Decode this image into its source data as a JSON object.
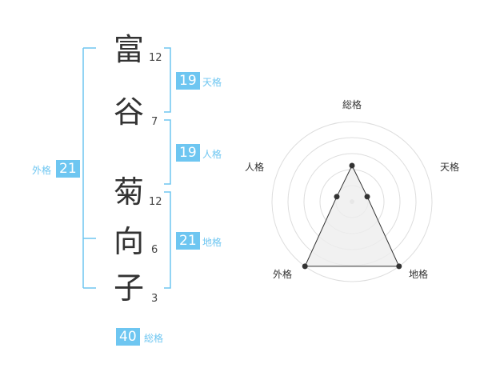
{
  "name": {
    "characters": [
      {
        "char": "富",
        "strokes": "12"
      },
      {
        "char": "谷",
        "strokes": "7"
      },
      {
        "char": "菊",
        "strokes": "12"
      },
      {
        "char": "向",
        "strokes": "6"
      },
      {
        "char": "子",
        "strokes": "3"
      }
    ]
  },
  "fortunes": {
    "tenkaku": {
      "label": "天格",
      "value": "19"
    },
    "jinkaku": {
      "label": "人格",
      "value": "19"
    },
    "chikaku": {
      "label": "地格",
      "value": "21"
    },
    "gaikaku": {
      "label": "外格",
      "value": "21"
    },
    "soukaku": {
      "label": "総格",
      "value": "40"
    }
  },
  "radar": {
    "axes": [
      "総格",
      "天格",
      "地格",
      "外格",
      "人格"
    ],
    "values": [
      0.45,
      0.2,
      1.0,
      1.0,
      0.2
    ],
    "max": 1
  },
  "colors": {
    "accent": "#6ec6f1",
    "text": "#333333",
    "grid": "#dddddd",
    "fill": "#eeeeee"
  }
}
